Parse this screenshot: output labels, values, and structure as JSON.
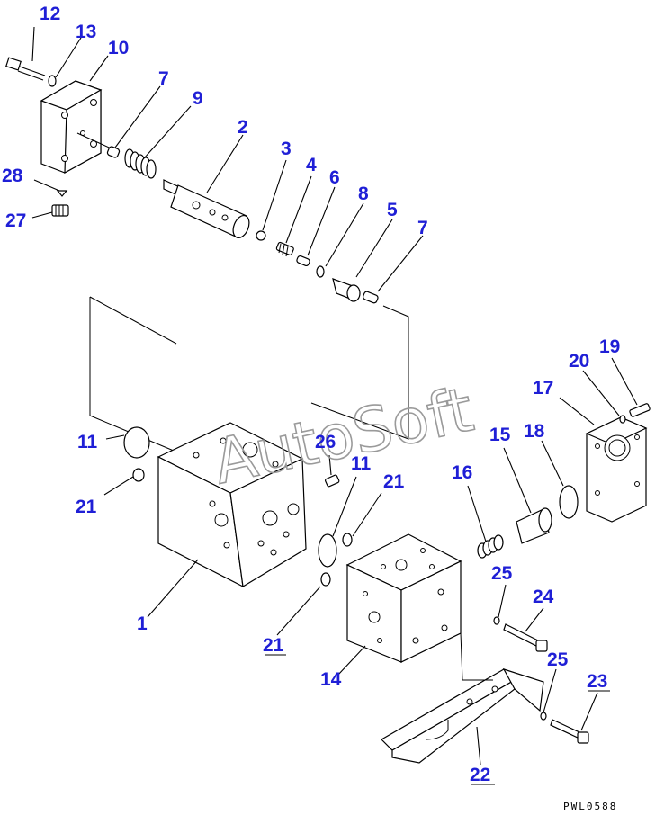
{
  "watermark": "AutoSoft",
  "drawing_number": "PWL0588",
  "callouts": {
    "c1": "1",
    "c2": "2",
    "c3": "3",
    "c4": "4",
    "c5": "5",
    "c6": "6",
    "c7a": "7",
    "c7b": "7",
    "c8": "8",
    "c9": "9",
    "c10": "10",
    "c11a": "11",
    "c11b": "11",
    "c12": "12",
    "c13": "13",
    "c14": "14",
    "c15": "15",
    "c16": "16",
    "c17": "17",
    "c18": "18",
    "c19": "19",
    "c20": "20",
    "c21a": "21",
    "c21b": "21",
    "c21c": "21",
    "c22": "22",
    "c23": "23",
    "c24": "24",
    "c25a": "25",
    "c25b": "25",
    "c26": "26",
    "c27": "27",
    "c28": "28"
  },
  "colors": {
    "callout": "#1f1fd6",
    "line": "#000000",
    "watermark": "#9a9a9a"
  }
}
